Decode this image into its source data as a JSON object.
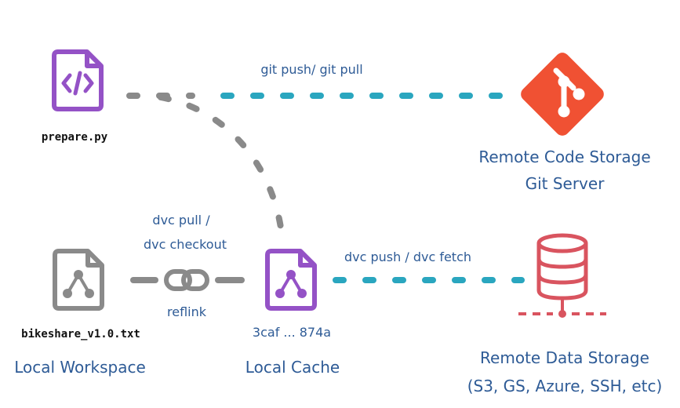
{
  "colors": {
    "purple": "#9452c6",
    "gray": "#8a8a8a",
    "teal": "#2aa6bf",
    "git_orange": "#f05133",
    "db_pink": "#d9545f",
    "label_blue": "#2e5b96"
  },
  "icons": {
    "code_file": "code-file-icon",
    "git": "git-icon",
    "workspace_file": "dvc-file-icon",
    "cache_file": "dvc-file-icon",
    "link": "link-icon",
    "database": "database-icon"
  },
  "edges": {
    "git": "git push/ git pull",
    "dvc_pull_1": "dvc pull /",
    "dvc_pull_2": "dvc checkout",
    "reflink": "reflink",
    "dvc_push": "dvc push / dvc fetch"
  },
  "nodes": {
    "code_file": "prepare.py",
    "git_line1": "Remote Code Storage",
    "git_line2": "Git Server",
    "workspace_file": "bikeshare_v1.0.txt",
    "workspace": "Local Workspace",
    "cache_hash": "3caf ... 874a",
    "cache": "Local Cache",
    "data_line1": "Remote Data Storage",
    "data_line2": "(S3, GS, Azure, SSH, etc)"
  }
}
